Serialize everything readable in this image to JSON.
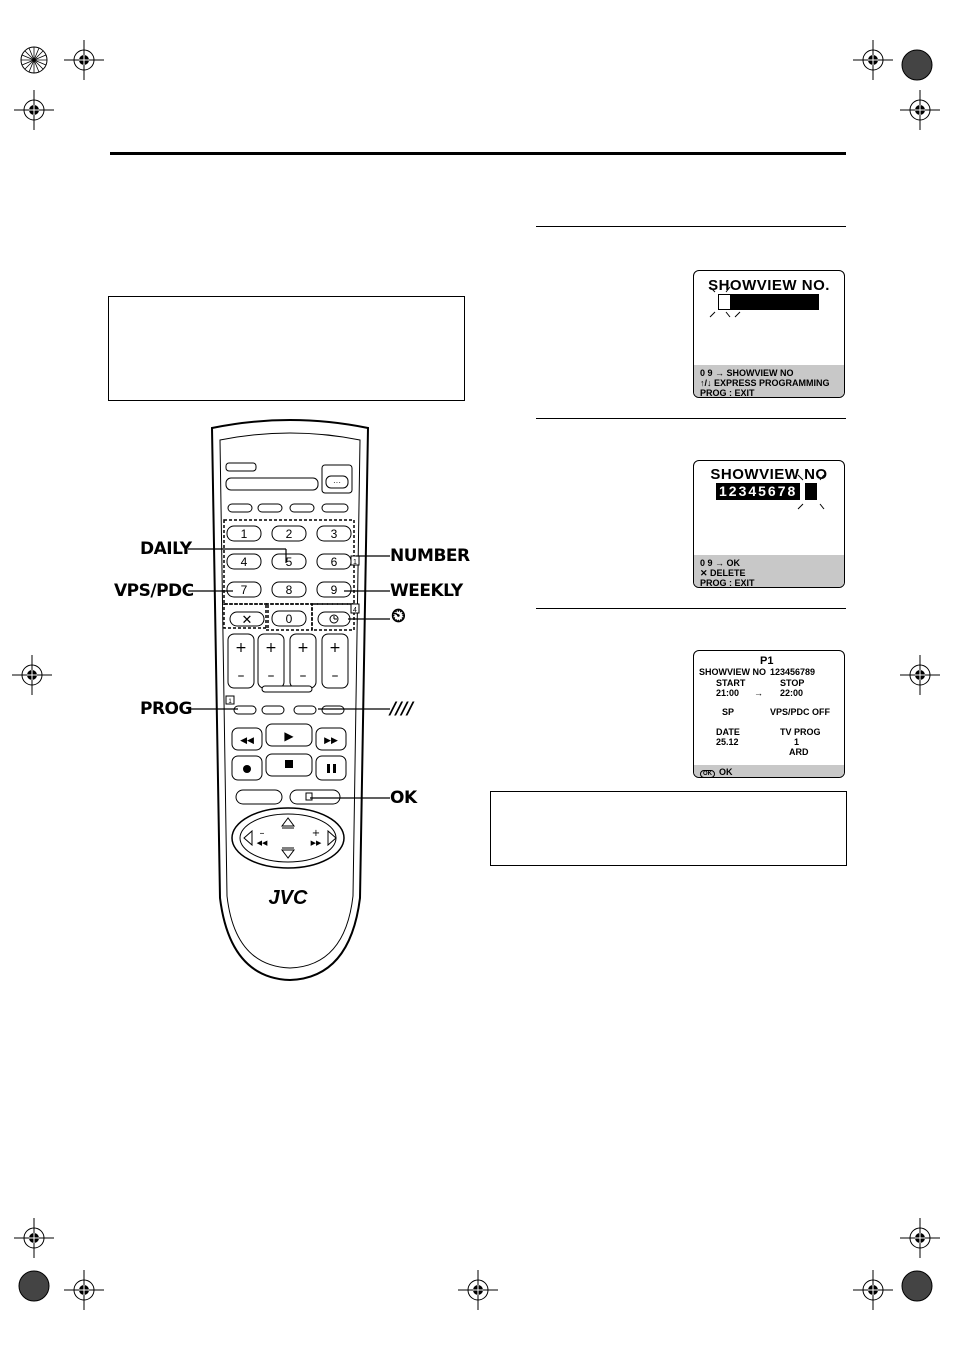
{
  "callouts": {
    "daily": "DAILY",
    "vps_pdc": "VPS/PDC",
    "prog": "PROG",
    "number": "NUMBER",
    "weekly": "WEEKLY",
    "clock": "⏲",
    "slashes": "////",
    "ok": "OK"
  },
  "remote": {
    "keys": [
      "1",
      "2",
      "3",
      "4",
      "5",
      "6",
      "7",
      "8",
      "9",
      "0"
    ],
    "brand": "JVC",
    "small_labels": [
      "1",
      "4"
    ]
  },
  "screen1": {
    "title": "SHOWVIEW NO.",
    "footer": [
      "0 9 → SHOWVIEW NO",
      "↑/↓ EXPRESS PROGRAMMING",
      "PROG : EXIT"
    ]
  },
  "screen2": {
    "title": "SHOWVIEW NO",
    "digits": "12345678",
    "footer": [
      "0 9 → OK",
      "✕ DELETE",
      "PROG : EXIT"
    ]
  },
  "screen3": {
    "prog_no": "P1",
    "showview_label": "SHOWVIEW NO",
    "showview_value": "123456789",
    "start_label": "START",
    "stop_label": "STOP",
    "start_time": "21:00",
    "arrow": "→",
    "stop_time": "22:00",
    "speed": "SP",
    "vps": "VPS/PDC OFF",
    "date_label": "DATE",
    "date_value": "25.12",
    "tv_prog_label": "TV PROG",
    "tv_prog_value": "1",
    "station": "ARD",
    "ok_icon": "OK",
    "ok_label": "OK"
  }
}
